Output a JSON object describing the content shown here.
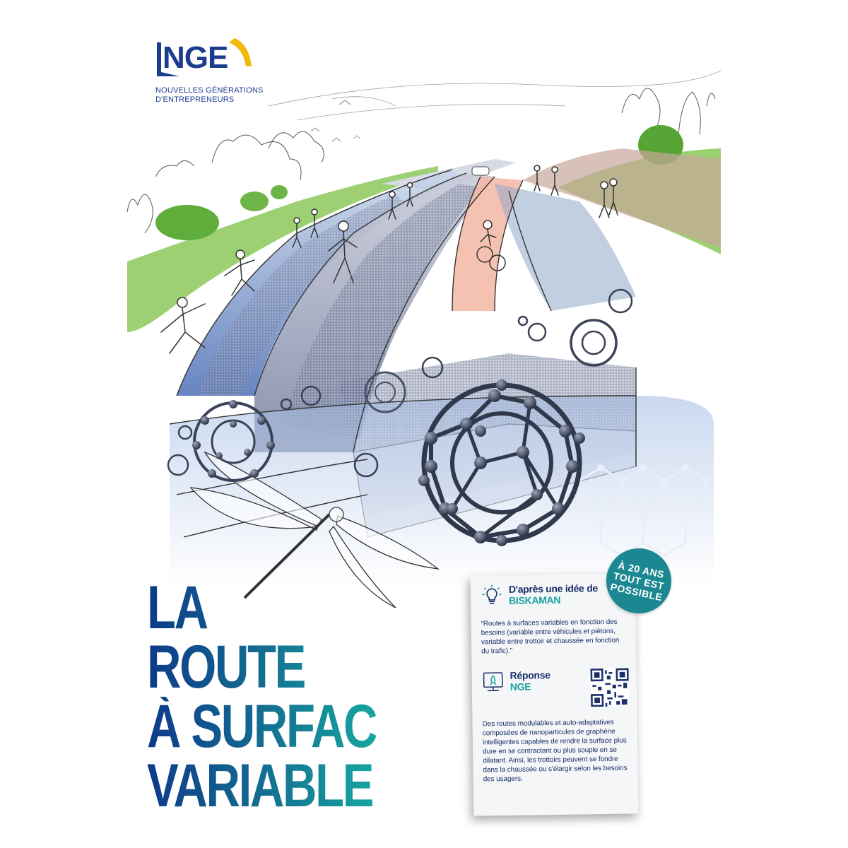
{
  "logo": {
    "name": "NGE",
    "tagline_line1": "NOUVELLES GÉNÉRATIONS",
    "tagline_line2": "D'ENTREPRENEURS",
    "colors": {
      "primary": "#1c3c8f",
      "accent": "#f2b80b"
    }
  },
  "title": {
    "line1": "LA",
    "line2": "ROUTE",
    "line3": "À SURFACE",
    "line4": "VARIABLE",
    "gradient": [
      "#0e3a8a",
      "#17a7a0"
    ]
  },
  "badge": {
    "line1": "À 20 ANS",
    "line2": "TOUT EST",
    "line3": "POSSIBLE",
    "color": "#1a8791"
  },
  "card": {
    "idea": {
      "icon": "lightbulb-icon",
      "heading": "D'après une idée de",
      "author": "BISKAMAN",
      "quote": "“Routes à surfaces variables en fonction des besoins (variable entre véhicules et piétons, variable entre trottoir et chaussée en fonction du trafic).”"
    },
    "response": {
      "icon": "rocket-screen-icon",
      "heading": "Réponse",
      "author": "NGE",
      "qr_icon": "qr-code-icon",
      "text": "Des routes modulables et auto-adaptatives composées de nanoparticules de graphène intelligentes capables de rendre la surface plus dure en se contractant ou plus souple en se dilatant. Ainsi, les trottoirs peuvent se fondre dans la chaussée ou s'élargir selon les besoins des usagers."
    },
    "colors": {
      "dark": "#1a2f6b",
      "teal": "#17a3a0"
    }
  }
}
